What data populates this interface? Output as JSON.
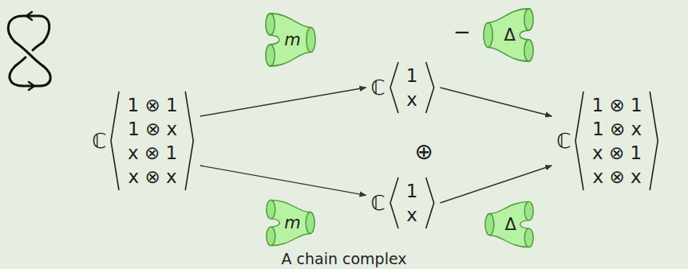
{
  "diagram": {
    "caption": "A chain complex",
    "nodes": [
      {
        "text": [
          "ℂ",
          "1 ⊗ 1",
          "1 ⊗ x",
          "x ⊗ 1",
          "x ⊗ x"
        ]
      },
      {
        "text": [
          "m"
        ]
      },
      {
        "text": [
          "m"
        ]
      },
      {
        "text": [
          "ℂ",
          "1",
          "x"
        ]
      },
      {
        "text": [
          "ℂ",
          "1",
          "x"
        ]
      },
      {
        "text": [
          "Δ"
        ]
      },
      {
        "text": [
          "Δ"
        ]
      },
      {
        "text": [
          "ℂ",
          "1 ⊗ 1",
          "1 ⊗ x",
          "x ⊗ 1",
          "x ⊗ x"
        ]
      }
    ],
    "edges": [
      {
        "from": 0,
        "to": 3,
        "arrow": "to"
      },
      {
        "from": 0,
        "to": 4,
        "arrow": "to"
      },
      {
        "from": 3,
        "to": 7,
        "arrow": "to"
      },
      {
        "from": 4,
        "to": 7,
        "arrow": "to"
      }
    ],
    "labels": [
      "⊕",
      "−"
    ]
  }
}
